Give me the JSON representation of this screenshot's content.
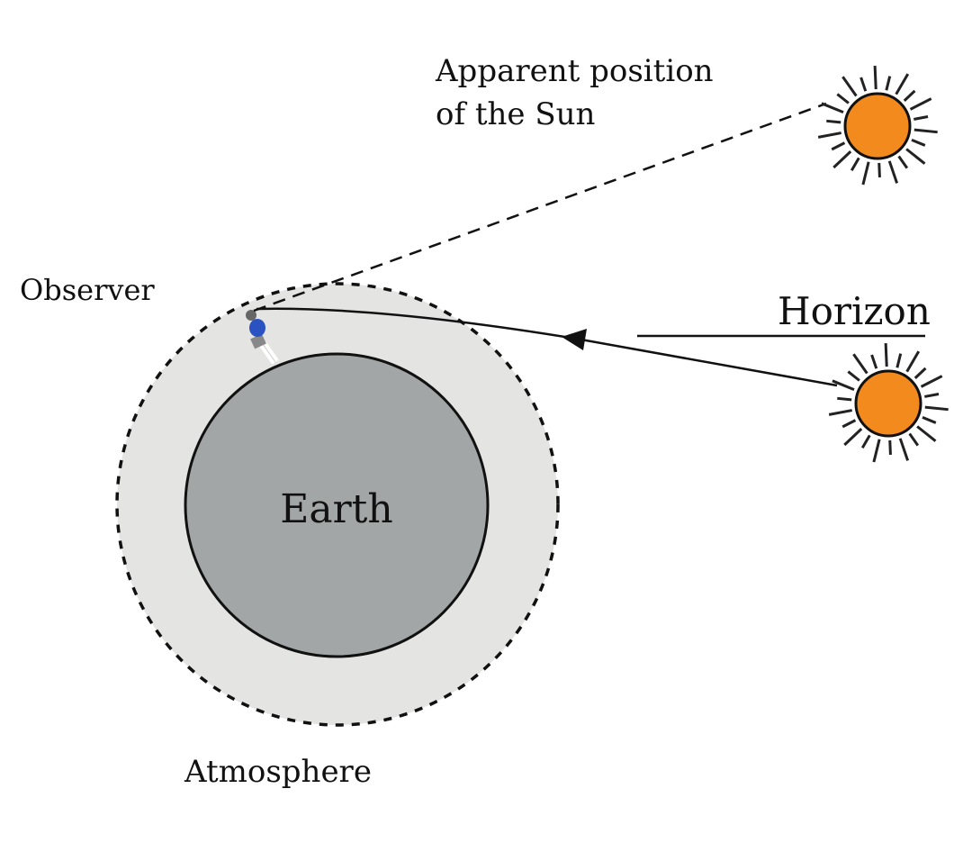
{
  "labels": {
    "apparent_line1": "Apparent position",
    "apparent_line2": "of the Sun",
    "observer": "Observer",
    "horizon": "Horizon",
    "earth": "Earth",
    "atmosphere": "Atmosphere"
  },
  "colors": {
    "sun": "#f28a1e",
    "earth": "#a3a6a6",
    "atmosphere": "#e4e5e3",
    "observer_body": "#2a52c0"
  }
}
